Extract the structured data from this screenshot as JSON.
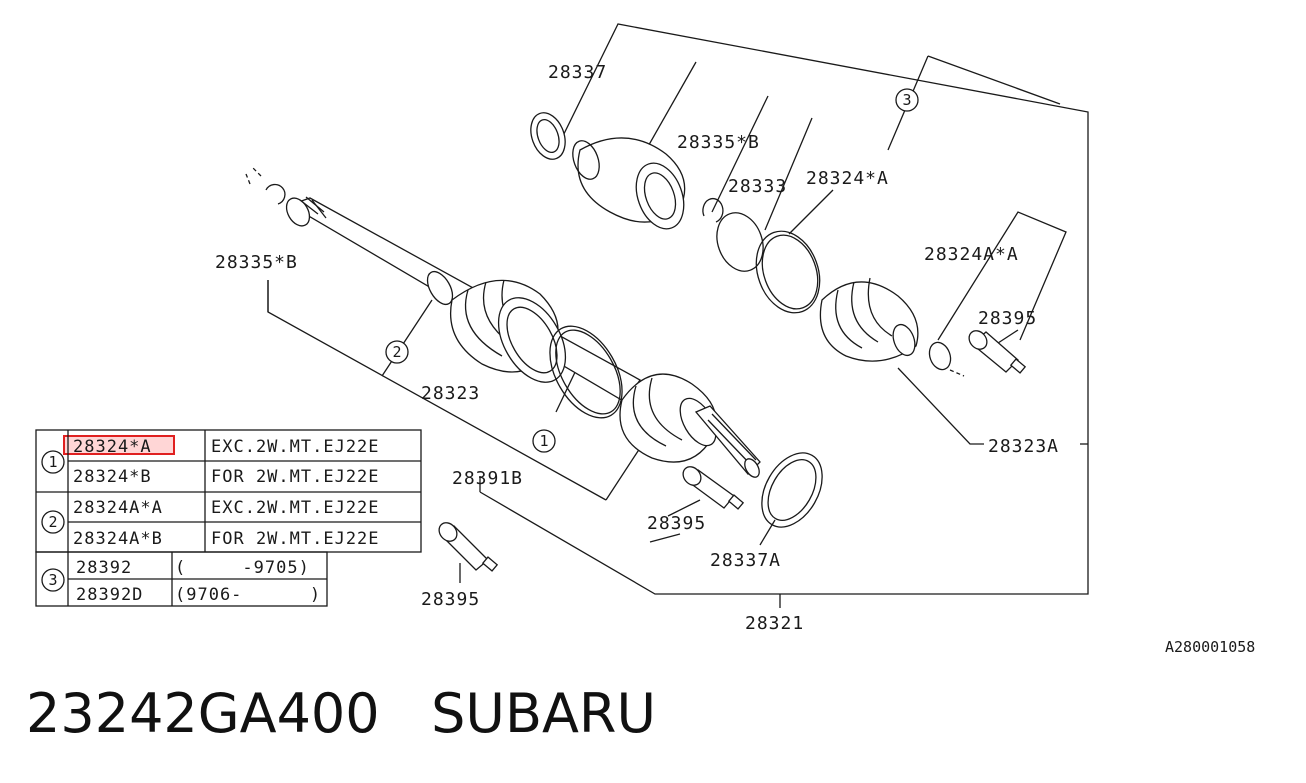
{
  "callouts": {
    "p28337": "28337",
    "p28335b_top": "28335*B",
    "p28333": "28333",
    "p28324a_top": "28324*A",
    "p28324aa": "28324A*A",
    "p28395_right": "28395",
    "p28335b_left": "28335*B",
    "p28323": "28323",
    "p28323a": "28323A",
    "p28391b": "28391B",
    "p28395_mid": "28395",
    "p28337a": "28337A",
    "p28395_bottom": "28395",
    "p28321": "28321"
  },
  "circled": {
    "c1": "1",
    "c2": "2",
    "c3": "3"
  },
  "table": {
    "rows": [
      {
        "group": "1",
        "part": "28324*A",
        "note": "EXC.2W.MT.EJ22E",
        "highlighted": true
      },
      {
        "group": "",
        "part": "28324*B",
        "note": "FOR 2W.MT.EJ22E",
        "highlighted": false
      },
      {
        "group": "2",
        "part": "28324A*A",
        "note": "EXC.2W.MT.EJ22E",
        "highlighted": false
      },
      {
        "group": "",
        "part": "28324A*B",
        "note": "FOR 2W.MT.EJ22E",
        "highlighted": false
      },
      {
        "group": "3",
        "part": "28392",
        "note": "(     -9705)",
        "highlighted": false
      },
      {
        "group": "",
        "part": "28392D",
        "note": "(9706-      )",
        "highlighted": false
      }
    ]
  },
  "drawing_id": "A280001058",
  "caption": {
    "part_number": "23242GA400",
    "brand": "SUBARU"
  },
  "colors": {
    "line": "#1a1a1a",
    "highlight_border": "#e02020",
    "highlight_fill": "#ffd6d6"
  }
}
